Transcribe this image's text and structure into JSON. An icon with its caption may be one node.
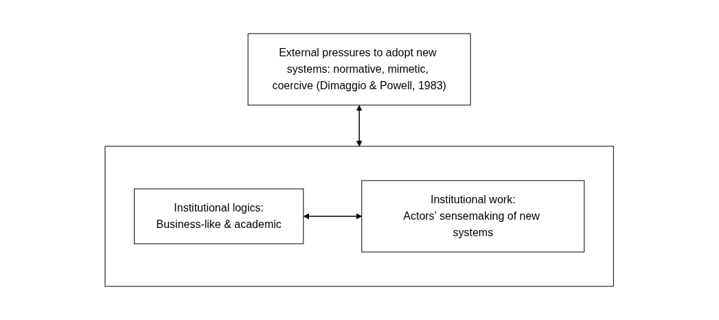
{
  "diagram": {
    "nodes": [
      {
        "text": [
          "External pressures to adopt new systems: normative, mimetic, coercive (Dimaggio & Powell, 1983)"
        ]
      },
      {
        "text": [],
        "shape": "box"
      },
      {
        "text": [
          "Institutional logics:",
          "Business-like & academic"
        ],
        "in": 1
      },
      {
        "text": [
          "Institutional work:",
          "Actors’ sensemaking of new systems"
        ],
        "in": 1
      }
    ],
    "edges": [
      {
        "from": 0,
        "to": 1,
        "arrow": "both"
      },
      {
        "from": 2,
        "to": 3,
        "arrow": "both"
      }
    ]
  }
}
